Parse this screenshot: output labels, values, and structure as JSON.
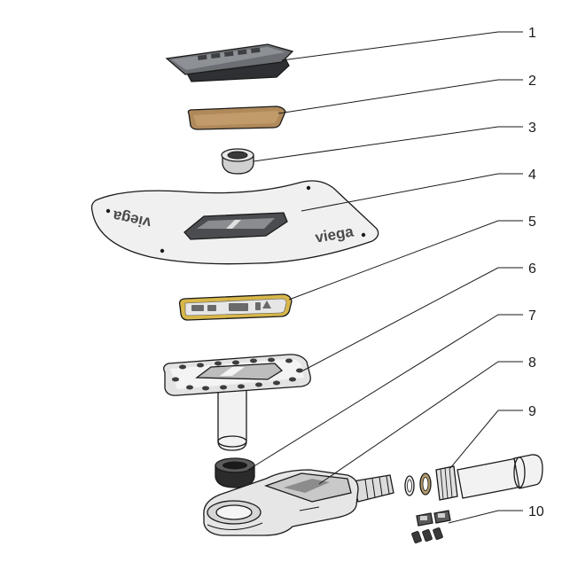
{
  "diagram": {
    "brand_text": "viega",
    "parts": [
      {
        "number": "1"
      },
      {
        "number": "2"
      },
      {
        "number": "3"
      },
      {
        "number": "4"
      },
      {
        "number": "5"
      },
      {
        "number": "6"
      },
      {
        "number": "7"
      },
      {
        "number": "8"
      },
      {
        "number": "9"
      },
      {
        "number": "10"
      }
    ]
  },
  "colors": {
    "outline": "#1a1a1a",
    "membrane_fill": "#f0f0f0",
    "gasket_fill": "#b0895a",
    "grate_dark": "#3d3f42",
    "grate_mid": "#6b6e72",
    "body_fill": "#e6e6e6",
    "seal_dark": "#2b2b2b",
    "label_gold": "#d8b74a"
  }
}
